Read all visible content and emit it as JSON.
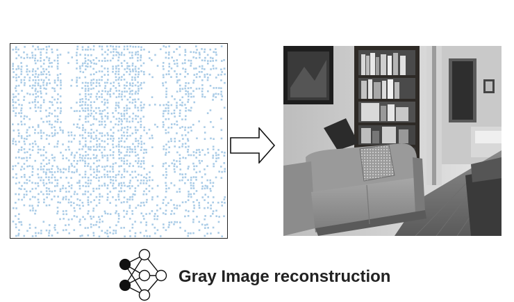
{
  "figure": {
    "caption": "Gray Image reconstruction",
    "input_image": {
      "dot_color": "#a9cbe6",
      "border_color": "#222222"
    },
    "output_image": {
      "style": "grayscale"
    },
    "arrow": {
      "stroke": "#111111",
      "fill": "#ffffff"
    },
    "network_icon": {
      "input_nodes": 2,
      "hidden_nodes": 3,
      "output_nodes": 1,
      "input_node_color": "#111111",
      "hidden_node_color": "#ffffff"
    }
  }
}
